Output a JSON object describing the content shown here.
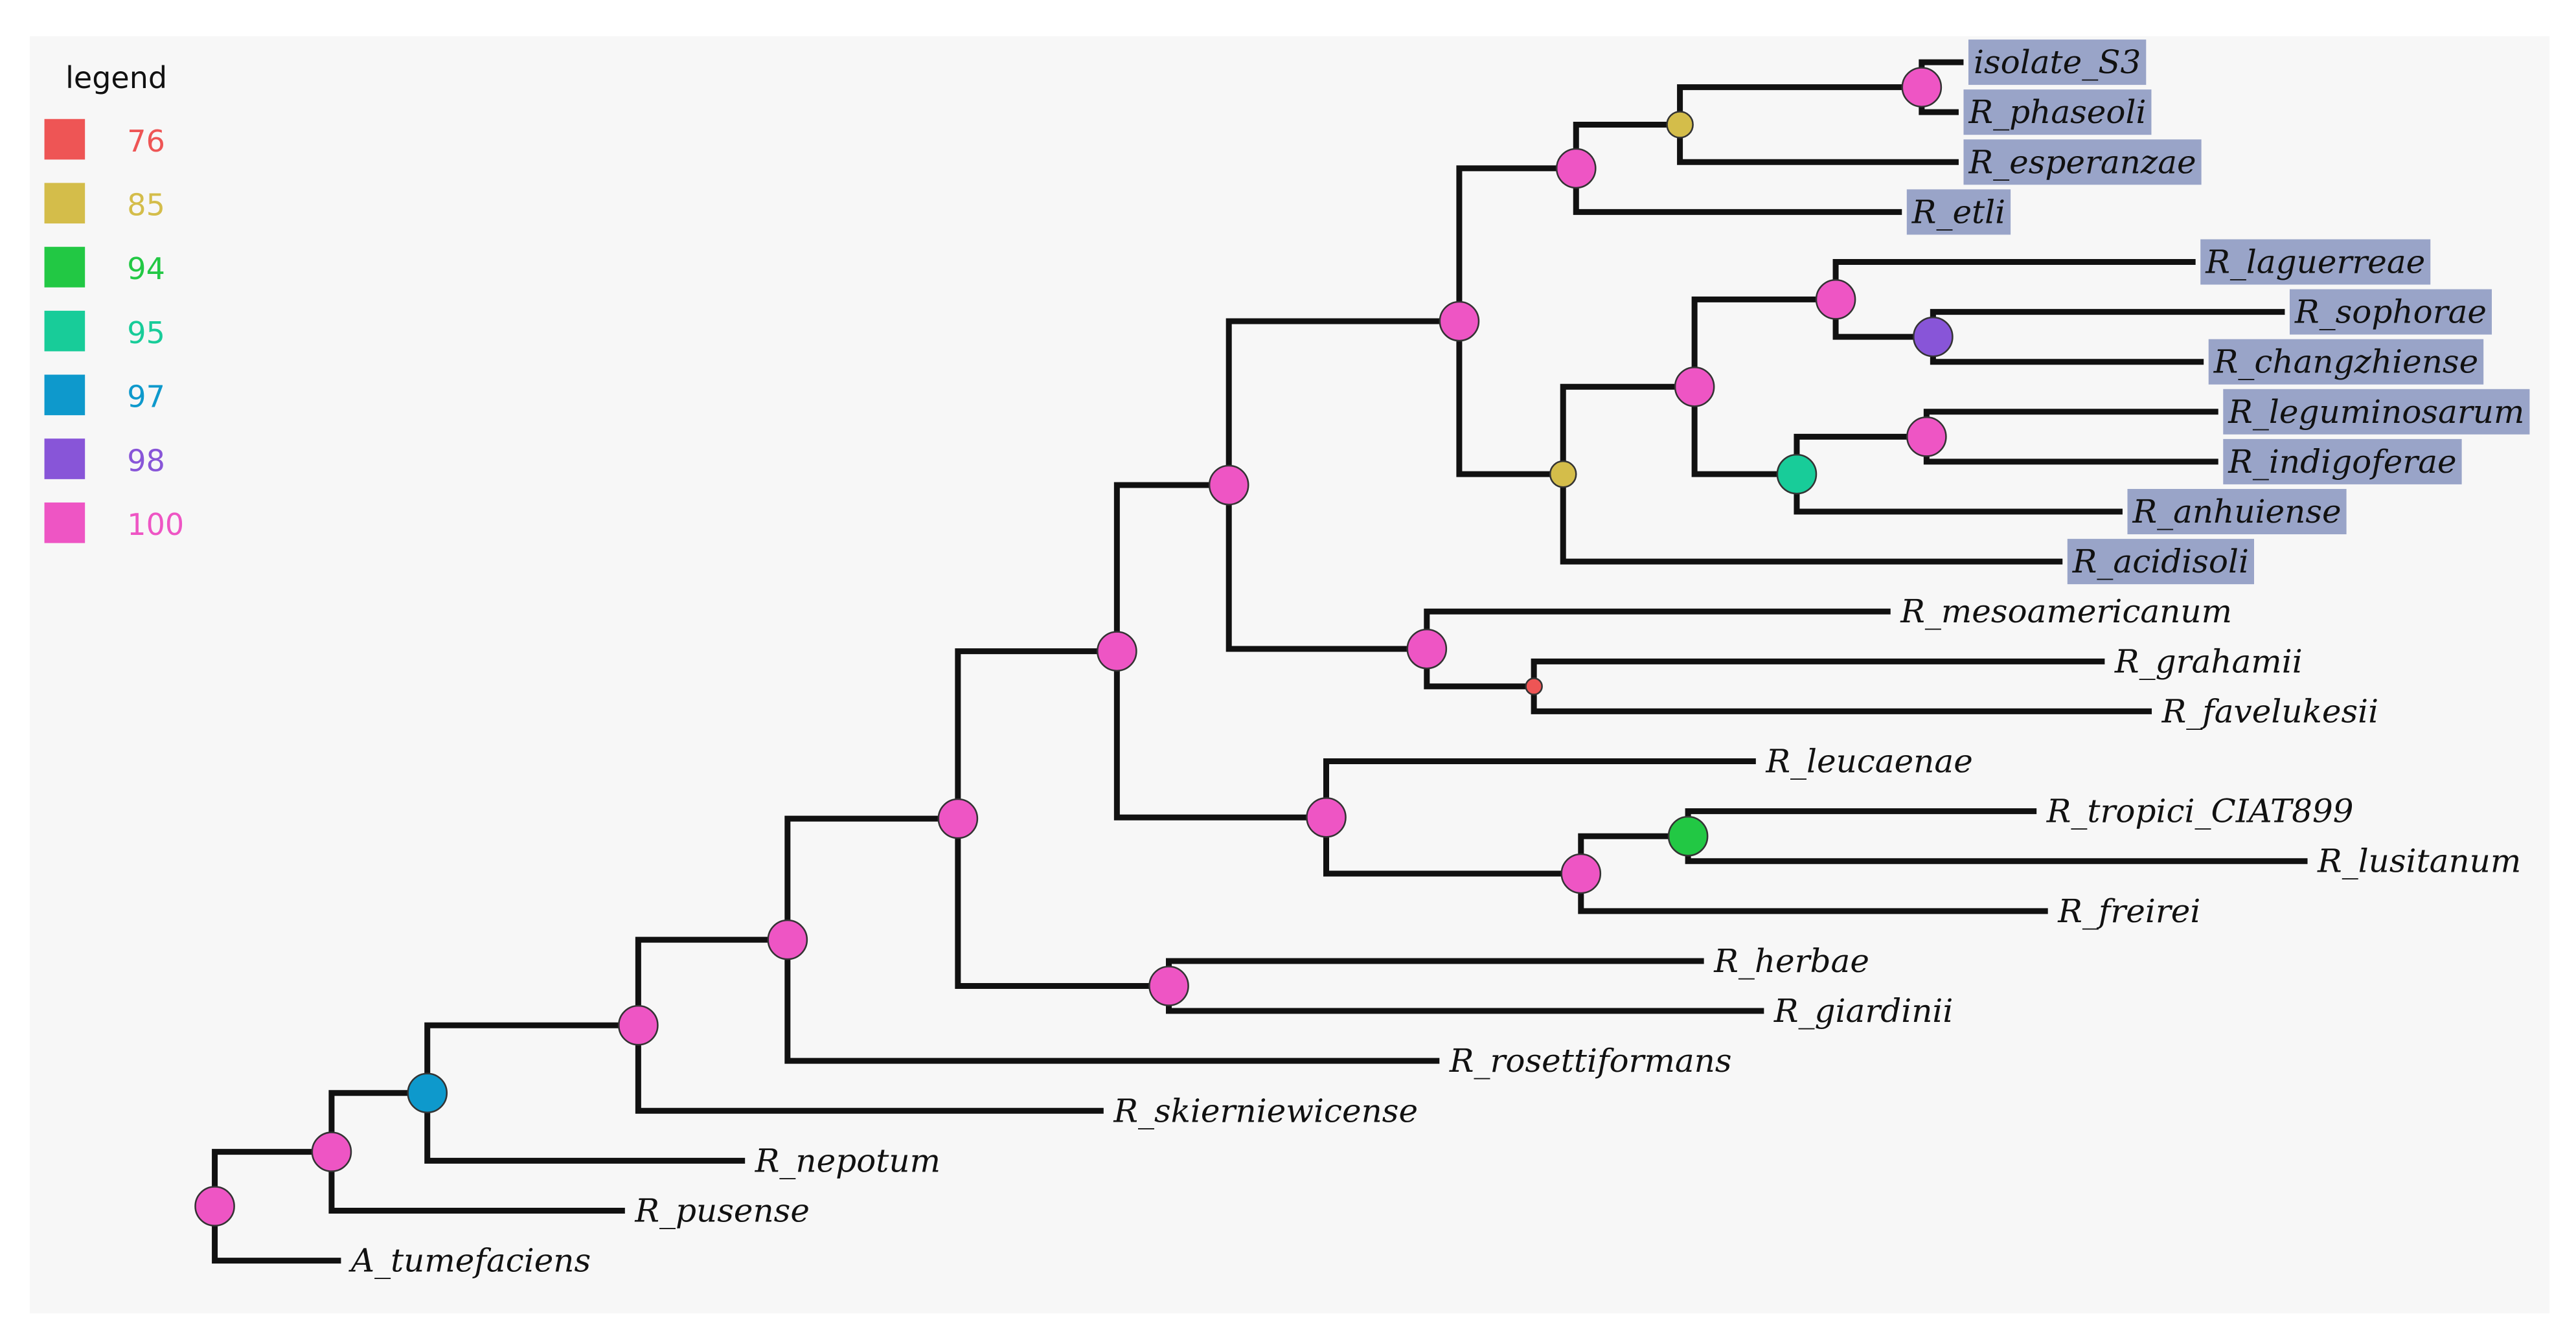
{
  "legend": {
    "title": "legend",
    "entries": [
      {
        "label": "76",
        "color": "#ee5555"
      },
      {
        "label": "85",
        "color": "#d4bd4a"
      },
      {
        "label": "94",
        "color": "#22c844"
      },
      {
        "label": "95",
        "color": "#18cc99"
      },
      {
        "label": "97",
        "color": "#0e99cc"
      },
      {
        "label": "98",
        "color": "#8855d8"
      },
      {
        "label": "100",
        "color": "#ee55c4"
      }
    ]
  },
  "highlight_color": "#99a4c8",
  "tree": {
    "leaves": [
      {
        "id": "isolate_S3",
        "label": "isolate_S3",
        "highlight": true
      },
      {
        "id": "R_phaseoli",
        "label": "R_phaseoli",
        "highlight": true
      },
      {
        "id": "R_esperanzae",
        "label": "R_esperanzae",
        "highlight": true
      },
      {
        "id": "R_etli",
        "label": "R_etli",
        "highlight": true
      },
      {
        "id": "R_laguerreae",
        "label": "R_laguerreae",
        "highlight": true
      },
      {
        "id": "R_sophorae",
        "label": "R_sophorae",
        "highlight": true
      },
      {
        "id": "R_changzhiense",
        "label": "R_changzhiense",
        "highlight": true
      },
      {
        "id": "R_leguminosarum",
        "label": "R_leguminosarum",
        "highlight": true
      },
      {
        "id": "R_indigoferae",
        "label": "R_indigoferae",
        "highlight": true
      },
      {
        "id": "R_anhuiense",
        "label": "R_anhuiense",
        "highlight": true
      },
      {
        "id": "R_acidisoli",
        "label": "R_acidisoli",
        "highlight": true
      },
      {
        "id": "R_mesoamericanum",
        "label": "R_mesoamericanum",
        "highlight": false
      },
      {
        "id": "R_grahamii",
        "label": "R_grahamii",
        "highlight": false
      },
      {
        "id": "R_favelukesii",
        "label": "R_favelukesii",
        "highlight": false
      },
      {
        "id": "R_leucaenae",
        "label": "R_leucaenae",
        "highlight": false
      },
      {
        "id": "R_tropici_CIAT899",
        "label": "R_tropici_CIAT899",
        "highlight": false
      },
      {
        "id": "R_lusitanum",
        "label": "R_lusitanum",
        "highlight": false
      },
      {
        "id": "R_freirei",
        "label": "R_freirei",
        "highlight": false
      },
      {
        "id": "R_herbae",
        "label": "R_herbae",
        "highlight": false
      },
      {
        "id": "R_giardinii",
        "label": "R_giardinii",
        "highlight": false
      },
      {
        "id": "R_rosettiformans",
        "label": "R_rosettiformans",
        "highlight": false
      },
      {
        "id": "R_skierniewicense",
        "label": "R_skierniewicense",
        "highlight": false
      },
      {
        "id": "R_nepotum",
        "label": "R_nepotum",
        "highlight": false
      },
      {
        "id": "R_pusense",
        "label": "R_pusense",
        "highlight": false
      },
      {
        "id": "A_tumefaciens",
        "label": "A_tumefaciens",
        "highlight": false
      }
    ],
    "internal_nodes": [
      {
        "id": "n_root",
        "children": [
          "n_a",
          "A_tumefaciens"
        ],
        "support": 100
      },
      {
        "id": "n_a",
        "children": [
          "n_b",
          "R_pusense"
        ],
        "support": 100
      },
      {
        "id": "n_b",
        "children": [
          "n_c",
          "R_nepotum"
        ],
        "support": 97
      },
      {
        "id": "n_c",
        "children": [
          "n_d",
          "R_skierniewicense"
        ],
        "support": 100
      },
      {
        "id": "n_d",
        "children": [
          "n_e",
          "R_rosettiformans"
        ],
        "support": 100
      },
      {
        "id": "n_e",
        "children": [
          "n_f",
          "n_herb"
        ],
        "support": 100
      },
      {
        "id": "n_herb",
        "children": [
          "R_herbae",
          "R_giardinii"
        ],
        "support": 100
      },
      {
        "id": "n_f",
        "children": [
          "n_g",
          "n_trop"
        ],
        "support": 100
      },
      {
        "id": "n_trop",
        "children": [
          "R_leucaenae",
          "n_trop2"
        ],
        "support": 100
      },
      {
        "id": "n_trop2",
        "children": [
          "n_trop3",
          "R_freirei"
        ],
        "support": 100
      },
      {
        "id": "n_trop3",
        "children": [
          "R_tropici_CIAT899",
          "R_lusitanum"
        ],
        "support": 94
      },
      {
        "id": "n_g",
        "children": [
          "n_h",
          "n_meso"
        ],
        "support": 100
      },
      {
        "id": "n_meso",
        "children": [
          "R_mesoamericanum",
          "n_meso2"
        ],
        "support": 100
      },
      {
        "id": "n_meso2",
        "children": [
          "R_grahamii",
          "R_favelukesii"
        ],
        "support": 76
      },
      {
        "id": "n_h",
        "children": [
          "n_etli",
          "n_leg"
        ],
        "support": 100
      },
      {
        "id": "n_etli",
        "children": [
          "n_esp",
          "R_etli"
        ],
        "support": 100
      },
      {
        "id": "n_esp",
        "children": [
          "n_phas",
          "R_esperanzae"
        ],
        "support": 85
      },
      {
        "id": "n_phas",
        "children": [
          "isolate_S3",
          "R_phaseoli"
        ],
        "support": 100
      },
      {
        "id": "n_leg",
        "children": [
          "n_leg2",
          "R_acidisoli"
        ],
        "support": 85
      },
      {
        "id": "n_leg2",
        "children": [
          "n_lag",
          "n_legum"
        ],
        "support": 100
      },
      {
        "id": "n_lag",
        "children": [
          "R_laguerreae",
          "n_soph"
        ],
        "support": 100
      },
      {
        "id": "n_soph",
        "children": [
          "R_sophorae",
          "R_changzhiense"
        ],
        "support": 98
      },
      {
        "id": "n_legum",
        "children": [
          "n_legum2",
          "R_anhuiense"
        ],
        "support": 95
      },
      {
        "id": "n_legum2",
        "children": [
          "R_leguminosarum",
          "R_indigoferae"
        ],
        "support": 100
      }
    ]
  }
}
